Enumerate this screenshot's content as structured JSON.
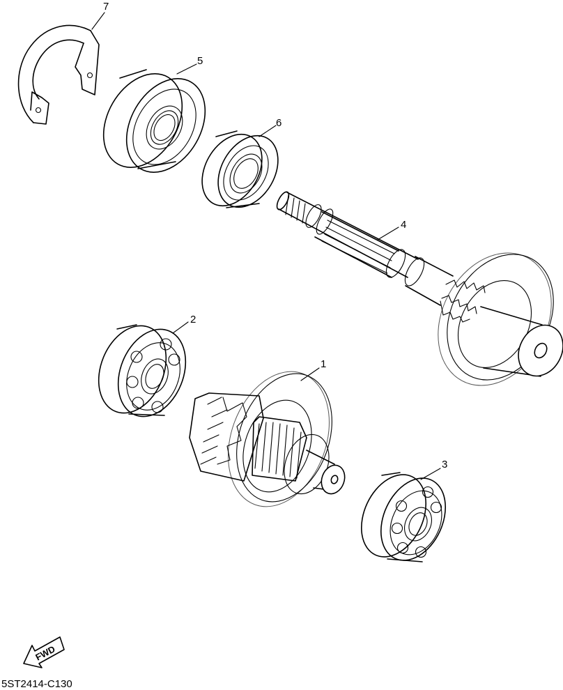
{
  "diagram": {
    "parts": [
      {
        "number": "1",
        "icon": "gear-assembly-icon"
      },
      {
        "number": "2",
        "icon": "ball-bearing-icon"
      },
      {
        "number": "3",
        "icon": "ball-bearing-icon"
      },
      {
        "number": "4",
        "icon": "splined-shaft-gear-icon"
      },
      {
        "number": "5",
        "icon": "sealed-bearing-icon"
      },
      {
        "number": "6",
        "icon": "bearing-icon"
      },
      {
        "number": "7",
        "icon": "circlip-icon"
      }
    ],
    "direction_arrow": {
      "label": "FWD",
      "icon": "forward-arrow-icon"
    },
    "drawing_code": "5ST2414-C130"
  }
}
